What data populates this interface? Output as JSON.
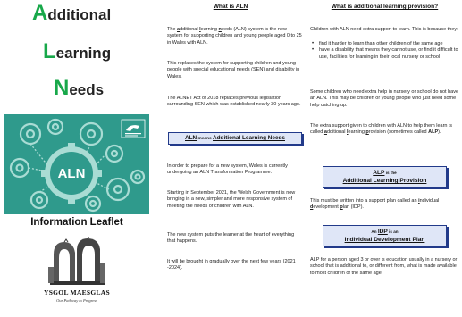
{
  "leaflet": {
    "title_lines": [
      {
        "cap": "A",
        "rest": "dditional"
      },
      {
        "cap": "L",
        "rest": "earning"
      },
      {
        "cap": "N",
        "rest": "eeds"
      }
    ],
    "cover_text": "ALN",
    "info_title": "Information Leaflet",
    "school_name": "YSGOL MAESGLAS",
    "school_motto": "Our Pathway to Progress"
  },
  "what_is_aln": {
    "heading": "What is ALN",
    "p1": {
      "pre": "The ",
      "a": "a",
      "a_rest": "dditional ",
      "l": "l",
      "l_rest": "earning ",
      "n": "n",
      "n_rest": "eeds",
      "post": " (ALN) system is the new system for supporting children and young people aged 0 to 25 in Wales with ALN."
    },
    "p2": "This replaces the system for supporting children and young people with special educational needs (SEN) and disability in Wales.",
    "p3": "The ALNET Act of 2018 replaces previous legislation surrounding SEN which was established nearly 30 years ago.",
    "box": {
      "term": "ALN",
      "means": " means ",
      "def": "Additional Learning Needs"
    },
    "p4": "In order to prepare for a new system, Wales is currently undergoing an ALN Transformation Programme.",
    "p5": "Starting in September 2021, the Welsh Government is now bringing in a new, simpler and more responsive system of meeting the needs of children with ALN.",
    "p6": "The new system puts the learner at the heart of everything that happens.",
    "p7": "It will be brought in gradually over the next few years (2021 -2024)."
  },
  "what_is_alp": {
    "heading": "What is additional learning provision?",
    "p1": "Children with ALN need extra support to learn. This is because they:",
    "bullets": [
      "find it harder to learn than other children of the same age",
      "have a disability that means they cannot use, or find it difficult to use, facilities for learning in their local nursery or school"
    ],
    "p2": "Some children who need extra help in nursery or school do not have an ALN. This may be children or young people who just need some help catching up.",
    "p3": {
      "pre": "The extra support given to children with ALN to help them learn is called ",
      "a": "a",
      "a_rest": "dditional ",
      "l": "l",
      "l_rest": "earning ",
      "p": "p",
      "p_rest": "rovision",
      "post": " (sometimes called ",
      "abbr": "ALP",
      "end": ")."
    },
    "box1": {
      "term": "ALP",
      "is": " is the",
      "a": "A",
      "a_rest": "dditional ",
      "l": "L",
      "l_rest": "earning ",
      "p": "P",
      "p_rest": "rovision"
    },
    "p4": {
      "pre": "This must be written into a support plan called an ",
      "i": "i",
      "i_rest": "ndividual ",
      "d": "d",
      "d_rest": "evelopment ",
      "p": "p",
      "p_rest": "lan",
      "post": " (IDP)."
    },
    "box2": {
      "pre": "An ",
      "term": "IDP",
      "is": " is an",
      "i": "I",
      "i_rest": "ndividual ",
      "d": "D",
      "d_rest": "evelopment ",
      "p": "P",
      "p_rest": "lan"
    },
    "p5": "ALP for a person aged 3 or over is education usually in a nursery or school that is additional to, or different from, what is made available to most children of the same age."
  },
  "colors": {
    "accent_green": "#18a84a",
    "cover_teal": "#2f9a8c",
    "box_border": "#223a8a",
    "box_fill": "#dfe6f7"
  }
}
